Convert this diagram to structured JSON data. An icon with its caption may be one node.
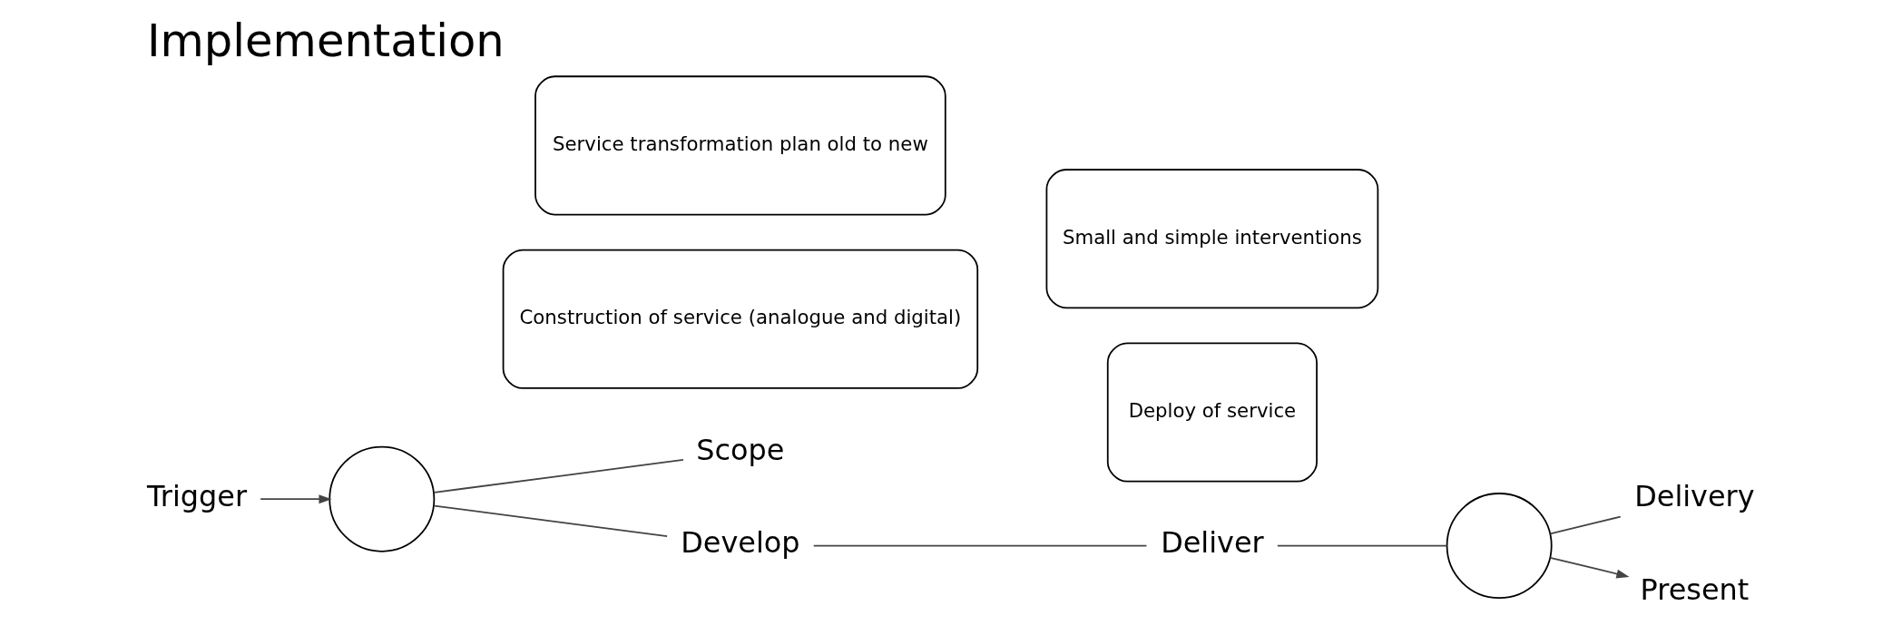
{
  "diagram": {
    "title": "Implementation",
    "nodes": [
      {
        "text": [
          "Trigger"
        ]
      },
      {
        "text": [],
        "shape": "circle"
      },
      {
        "text": [
          "Scope"
        ]
      },
      {
        "text": [
          "Develop"
        ]
      },
      {
        "text": [
          "Deliver"
        ]
      },
      {
        "text": [],
        "shape": "circle"
      },
      {
        "text": [
          "Delivery"
        ]
      },
      {
        "text": [
          "Present"
        ]
      },
      {
        "text": [
          "Construction of service (analogue and digital)"
        ]
      },
      {
        "text": [
          "Service transformation plan old to new"
        ]
      },
      {
        "text": [
          "Deploy of service"
        ]
      },
      {
        "text": [
          "Small and simple interventions"
        ]
      }
    ],
    "edges": [
      {
        "from": 0,
        "to": 1,
        "arrow": "to"
      },
      {
        "from": 1,
        "to": 2,
        "arrow": "none"
      },
      {
        "from": 1,
        "to": 3,
        "arrow": "none"
      },
      {
        "from": 3,
        "to": 4,
        "arrow": "none"
      },
      {
        "from": 4,
        "to": 5,
        "arrow": "none"
      },
      {
        "from": 5,
        "to": 7,
        "arrow": "to"
      },
      {
        "from": 5,
        "to": 6,
        "arrow": "none"
      }
    ]
  }
}
